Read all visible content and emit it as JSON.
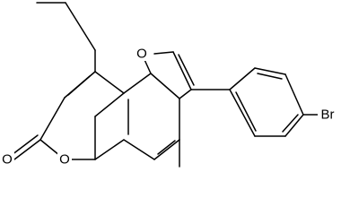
{
  "molecule": {
    "atoms": {
      "furan_oxygen": "O",
      "pyranone_ring_oxygen": "O",
      "carbonyl_oxygen": "O",
      "bromine": "Br"
    }
  },
  "colors": {
    "bond": "#000000",
    "text": "#000000",
    "background": "#ffffff"
  }
}
